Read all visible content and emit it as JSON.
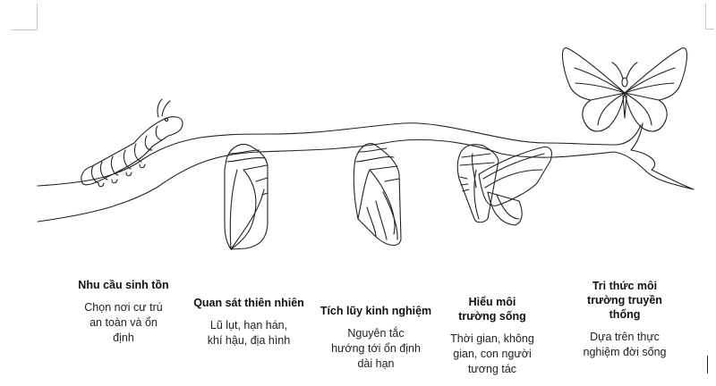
{
  "diagram": {
    "illustration": [
      "caterpillar",
      "chrysalis",
      "chrysalis",
      "emerging-butterfly",
      "butterfly"
    ],
    "line_color": "#222222",
    "stages": [
      {
        "title": "Nhu cầu sinh tồn",
        "description": "Chọn nơi cư trú an toàn và ổn định"
      },
      {
        "title": "Quan sát thiên nhiên",
        "description": "Lũ lụt, hạn hán, khí hậu, địa hình"
      },
      {
        "title": "Tích lũy kinh nghiệm",
        "description": "Nguyên tắc hướng tới ổn định dài hạn"
      },
      {
        "title": "Hiểu môi trường sống",
        "description": "Thời gian, không gian, con người tương tác"
      },
      {
        "title": "Tri thức môi trường truyền thống",
        "description": "Dựa trên thực nghiệm đời sống"
      }
    ]
  }
}
